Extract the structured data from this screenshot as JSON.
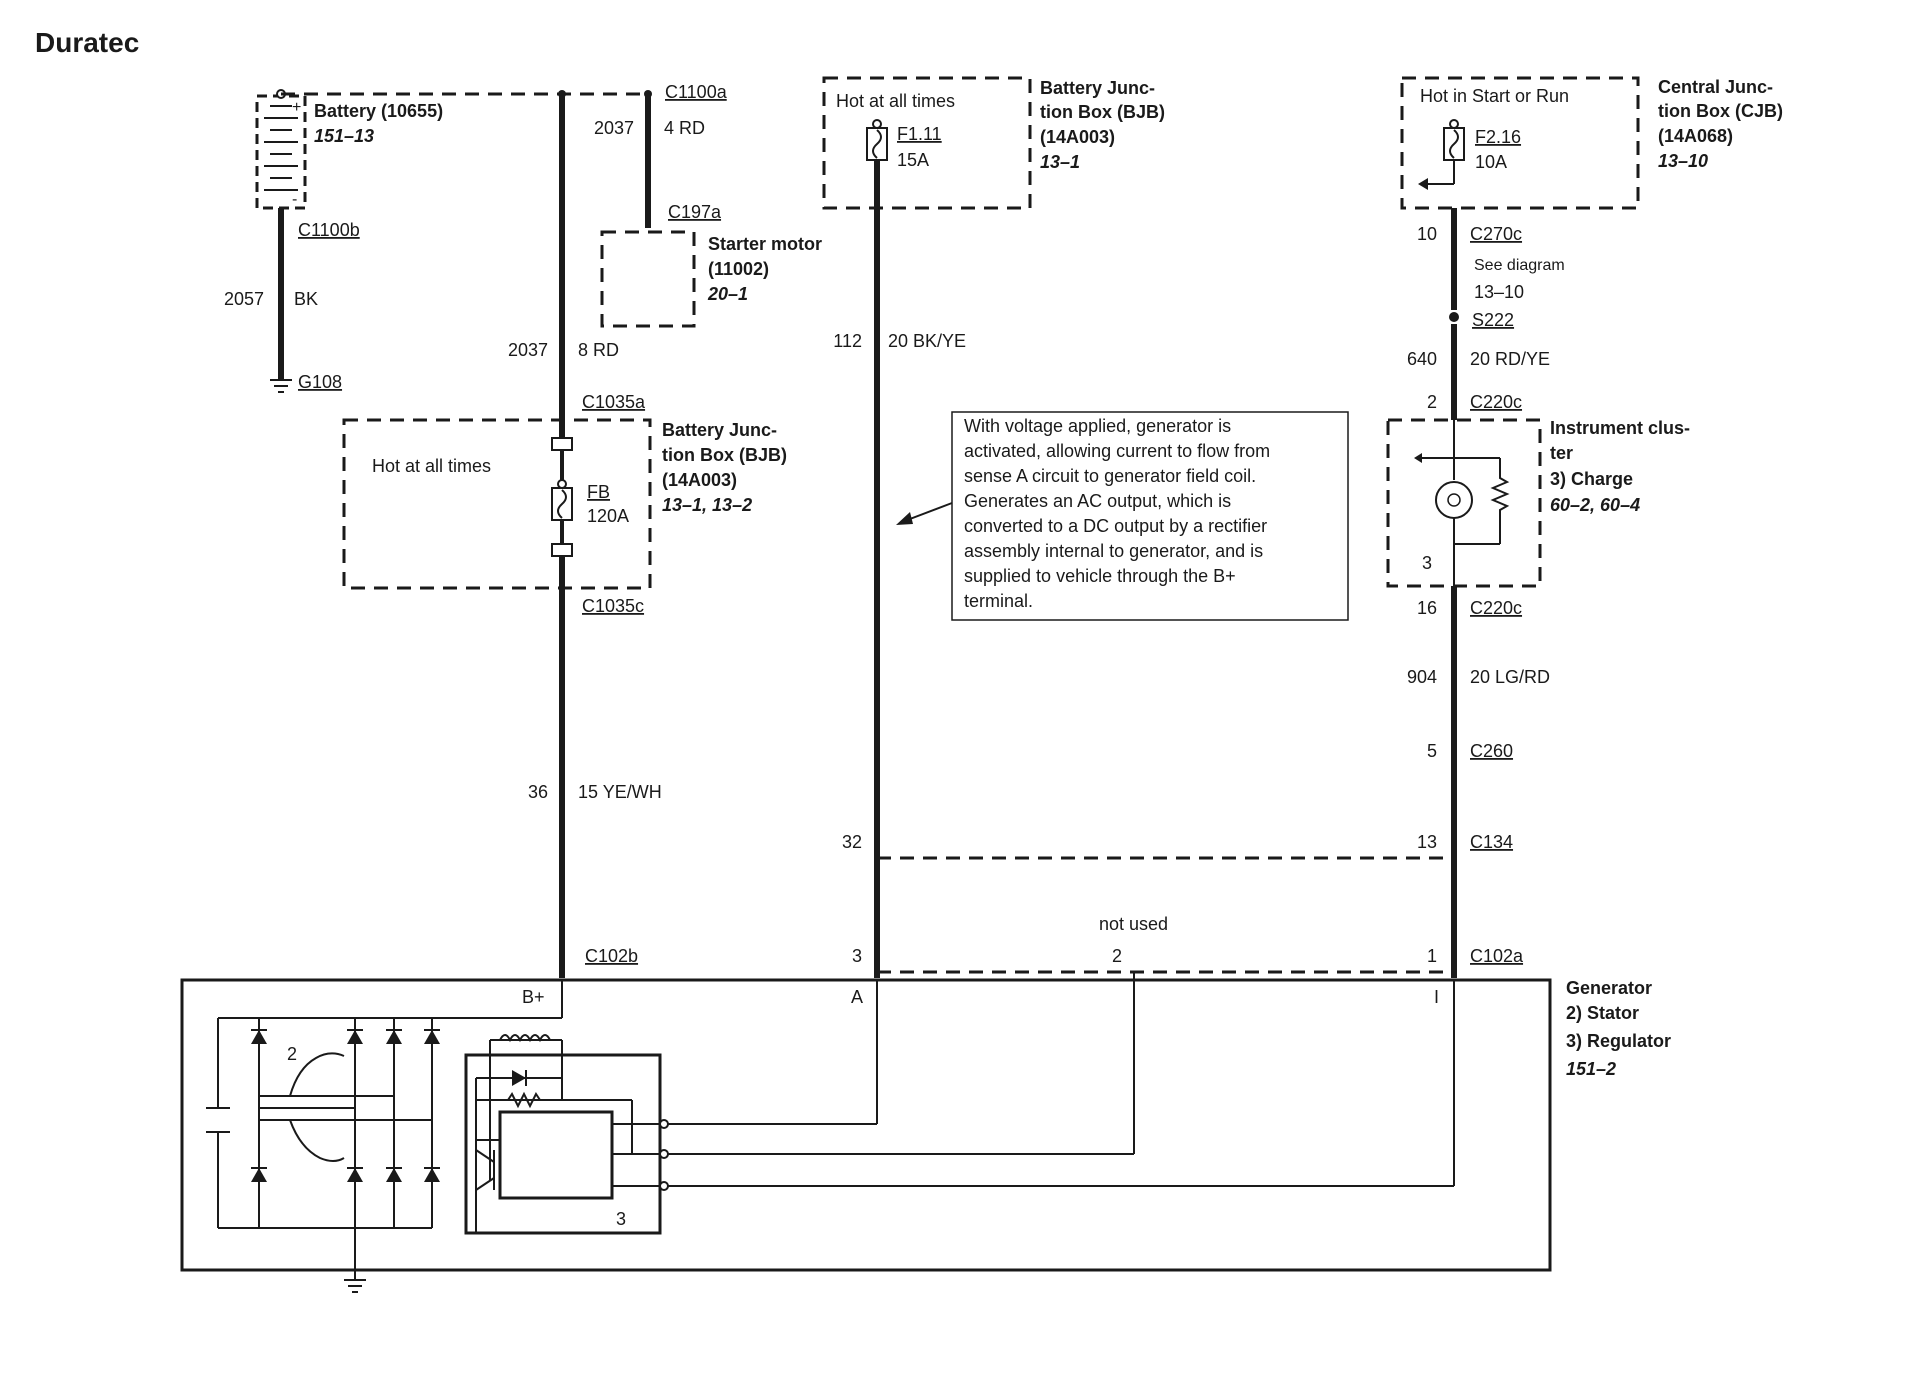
{
  "title": "Duratec",
  "battery": {
    "name": "Battery (10655)",
    "ref": "151–13",
    "conn_top": "C1100a",
    "conn_bottom": "C1100b",
    "ground": "G108"
  },
  "battery_ground_wire": {
    "circuit": "2057",
    "color": "BK"
  },
  "starter_feed": {
    "circuit": "2037",
    "color": "4 RD"
  },
  "starter": {
    "conn": "C197a",
    "name": "Starter motor",
    "part": "(11002)",
    "ref": "20–1"
  },
  "main_feed": {
    "circuit": "2037",
    "color": "8 RD"
  },
  "bjb_main": {
    "conn_top": "C1035a",
    "conn_bottom": "C1035c",
    "label": "Hot at all times",
    "fuse": "FB",
    "rating": "120A",
    "name_l1": "Battery Junc-",
    "name_l2": "tion Box (BJB)",
    "part": "(14A003)",
    "ref": "13–1, 13–2"
  },
  "bplus_wire": {
    "circuit": "36",
    "color": "15 YE/WH"
  },
  "bjb_f111": {
    "label": "Hot at all times",
    "fuse": "F1.11",
    "rating": "15A",
    "name_l1": "Battery Junc-",
    "name_l2": "tion Box (BJB)",
    "part": "(14A003)",
    "ref": "13–1"
  },
  "sense_wire": {
    "circuit": "112",
    "color": "20 BK/YE",
    "pin_c134": "32",
    "pin_c102a": "3"
  },
  "note": [
    "With voltage applied, generator is",
    "activated, allowing current to flow from",
    "sense A circuit to generator field coil.",
    "Generates an AC output, which is",
    "converted to a DC output by a rectifier",
    "assembly internal to generator, and is",
    "supplied to vehicle through the B+",
    "terminal."
  ],
  "cjb": {
    "label": "Hot in Start or Run",
    "fuse": "F2.16",
    "rating": "10A",
    "name_l1": "Central Junc-",
    "name_l2": "tion Box (CJB)",
    "part": "(14A068)",
    "ref": "13–10"
  },
  "c270c": {
    "pin": "10",
    "conn": "C270c",
    "note_l1": "See diagram",
    "note_l2": "13–10"
  },
  "splice": "S222",
  "ign_wire": {
    "circuit": "640",
    "color": "20 RD/YE"
  },
  "c220c_top": {
    "pin": "2",
    "conn": "C220c"
  },
  "cluster": {
    "name_l1": "Instrument clus-",
    "name_l2": "ter",
    "item": "3)   Charge",
    "ref": "60–2, 60–4",
    "pin": "3"
  },
  "c220c_bottom": {
    "pin": "16",
    "conn": "C220c"
  },
  "lamp_wire": {
    "circuit": "904",
    "color": "20 LG/RD"
  },
  "c260": {
    "pin": "5",
    "conn": "C260"
  },
  "c134": {
    "conn": "C134",
    "pin_right": "13"
  },
  "c102": {
    "conn_b": "C102b",
    "conn_a": "C102a",
    "pin_a": "3",
    "pin_2": "2",
    "pin_1": "1",
    "not_used": "not used"
  },
  "generator": {
    "name": "Generator",
    "stator": "2)   Stator",
    "regulator": "3)   Regulator",
    "ref": "151–2",
    "term_bplus": "B+",
    "term_a": "A",
    "term_i": "I",
    "label_stator": "2",
    "label_regulator": "3"
  }
}
